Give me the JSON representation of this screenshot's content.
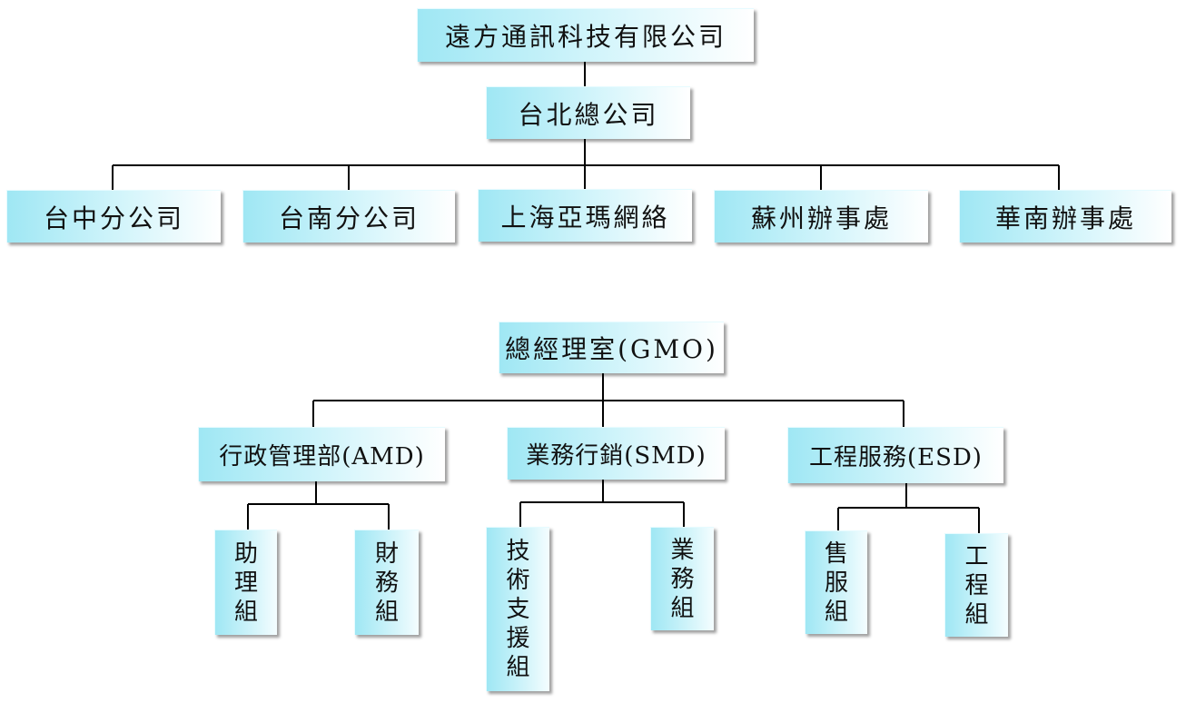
{
  "top_org": {
    "company": "遠方通訊科技有限公司",
    "headquarters": "台北總公司",
    "branches": [
      "台中分公司",
      "台南分公司",
      "上海亞瑪網絡",
      "蘇州辦事處",
      "華南辦事處"
    ]
  },
  "dept_org": {
    "gmo": "總經理室(GMO)",
    "departments": [
      {
        "label": "行政管理部(AMD)",
        "teams": [
          "助理組",
          "財務組"
        ]
      },
      {
        "label": "業務行銷(SMD)",
        "teams": [
          "技術支援組",
          "業務組"
        ]
      },
      {
        "label": "工程服務(ESD)",
        "teams": [
          "售服組",
          "工程組"
        ]
      }
    ]
  },
  "colors": {
    "box_start": "#9fe7f4",
    "box_end": "#ffffff",
    "line": "#000000"
  }
}
